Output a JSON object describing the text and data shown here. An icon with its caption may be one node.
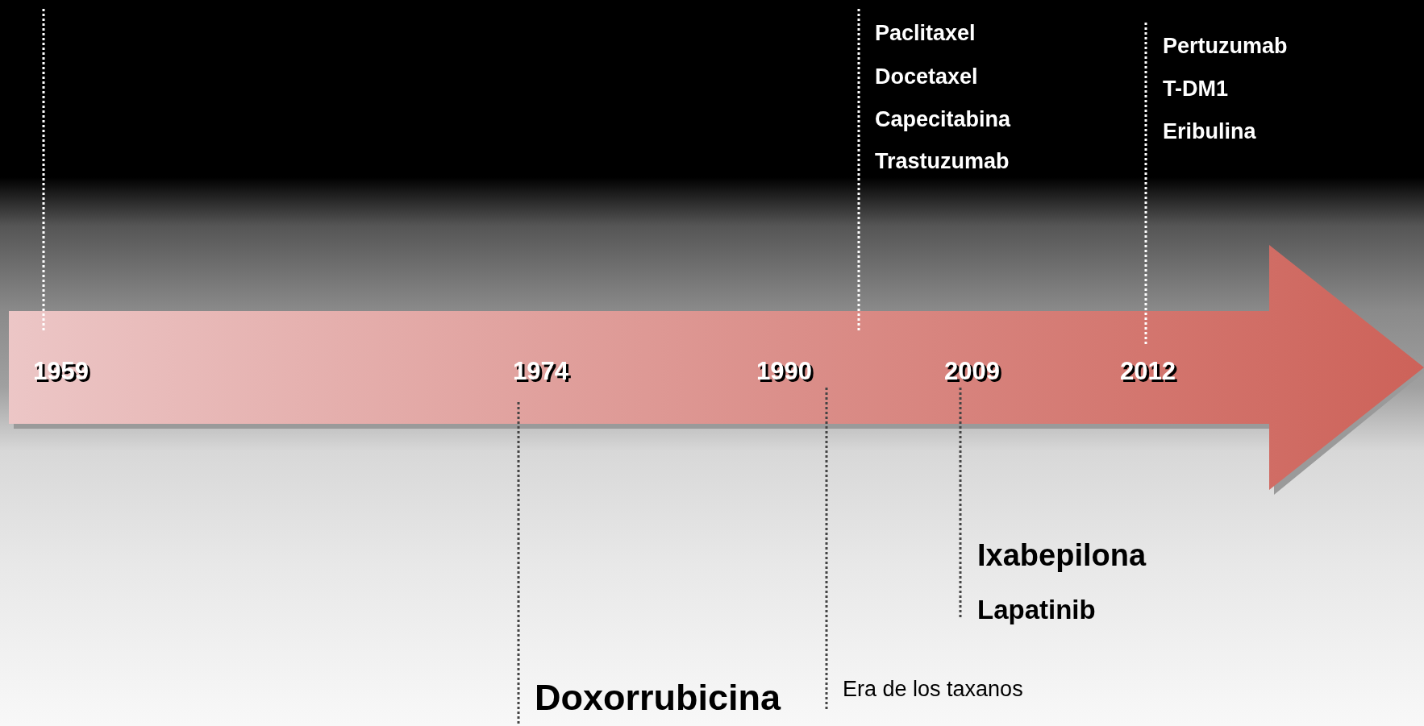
{
  "diagram": {
    "labels": [
      "Paclitaxel",
      "Docetaxel",
      "Capecitabina",
      "Trastuzumab",
      "Pertuzumab",
      "T-DM1",
      "Eribulina",
      "1959",
      "1974",
      "1990",
      "2009",
      "2012",
      "Ixabepilona",
      "Lapatinib",
      "Doxorrubicina",
      "Era de los taxanos"
    ]
  }
}
